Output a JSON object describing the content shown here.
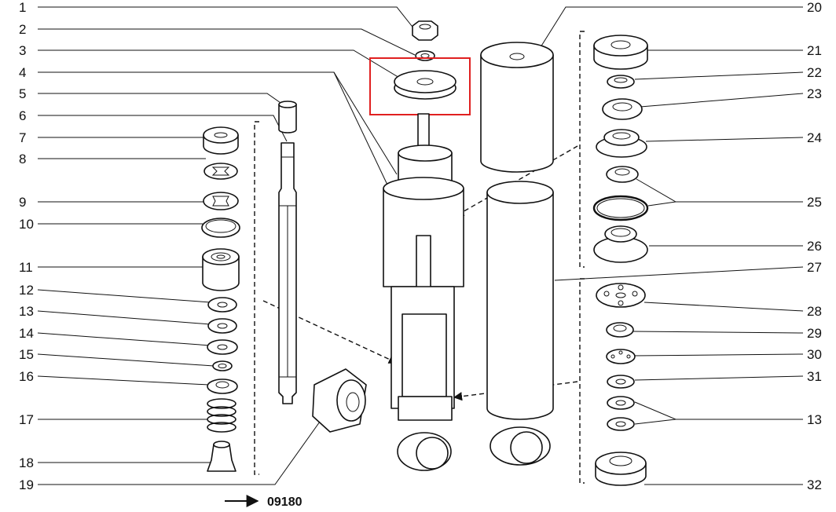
{
  "diagram": {
    "left_labels": [
      "1",
      "2",
      "3",
      "4",
      "5",
      "6",
      "7",
      "8",
      "9",
      "10",
      "11",
      "12",
      "13",
      "14",
      "15",
      "16",
      "17",
      "18",
      "19"
    ],
    "right_labels": [
      "20",
      "21",
      "22",
      "23",
      "24",
      "25",
      "26",
      "27",
      "28",
      "29",
      "30",
      "31",
      "13",
      "32"
    ],
    "reference_code": "09180",
    "highlight": {
      "label": "3",
      "color": "#e02020"
    }
  }
}
